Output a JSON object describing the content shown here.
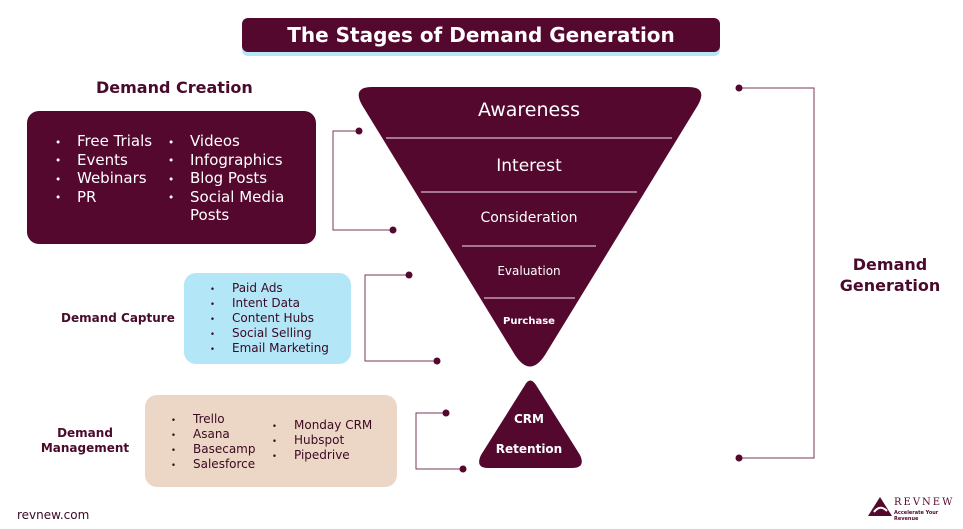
{
  "title": "The Stages of Demand Generation",
  "demand_creation": {
    "heading": "Demand Creation",
    "col1": [
      "Free Trials",
      "Events",
      "Webinars",
      "PR"
    ],
    "col2": [
      "Videos",
      "Infographics",
      "Blog Posts",
      "Social Media Posts"
    ]
  },
  "demand_capture": {
    "heading": "Demand Capture",
    "items": [
      "Paid Ads",
      "Intent Data",
      "Content Hubs",
      "Social Selling",
      "Email Marketing"
    ]
  },
  "demand_management": {
    "heading": "Demand Management",
    "col1": [
      "Trello",
      "Asana",
      "Basecamp",
      "Salesforce"
    ],
    "col2": [
      "Monday CRM",
      "Hubspot",
      "Pipedrive"
    ]
  },
  "funnel": {
    "stages": [
      "Awareness",
      "Interest",
      "Consideration",
      "Evaluation",
      "Purchase"
    ],
    "bottom": [
      "CRM",
      "Retention"
    ]
  },
  "demand_generation": "Demand Generation",
  "footer": {
    "site": "revnew.com",
    "logo_name": "REVNEW",
    "logo_tagline": "Accelerate Your Revenue"
  },
  "colors": {
    "maroon": "#54082e",
    "light_blue": "#b3e6f7",
    "beige": "#ecd6c6"
  }
}
